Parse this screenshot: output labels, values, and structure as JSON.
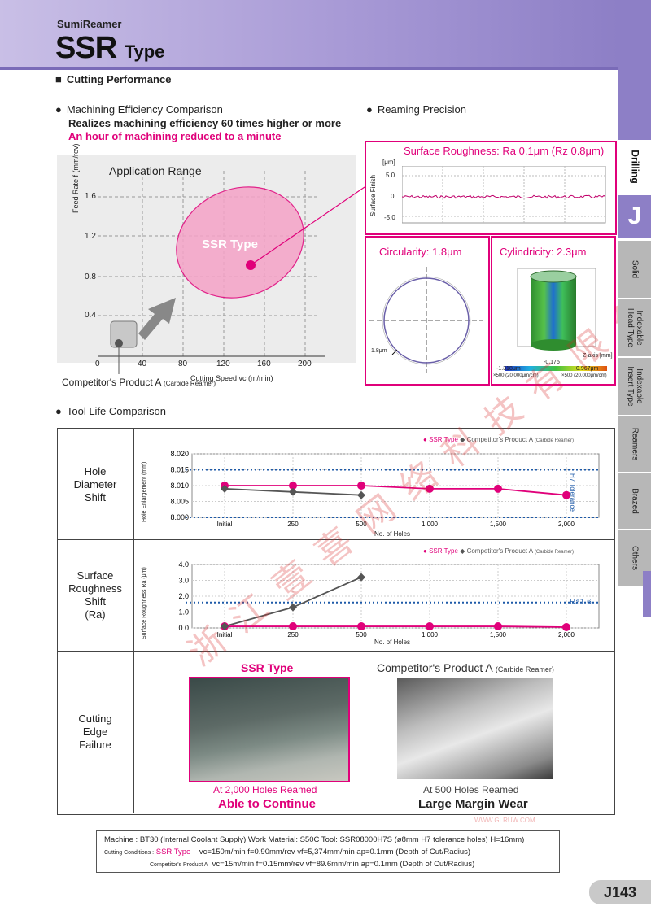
{
  "header": {
    "brand": "SumiReamer",
    "title": "SSR",
    "title_sub": "Type"
  },
  "section_title": "Cutting Performance",
  "machining": {
    "heading": "Machining Efficiency Comparison",
    "line1": "Realizes machining efficiency 60 times higher or more",
    "line2": "An hour of machining reduced to a minute",
    "range_label": "Application Range",
    "ssr_label": "SSR Type",
    "competitor_label": "Competitor's Product A",
    "competitor_note": "(Carbide Reamer)",
    "ylabel": "Feed Rate f (mm/rev)",
    "xlabel": "Cutting Speed vc (m/min)",
    "yticks": [
      "1.6",
      "1.2",
      "0.8",
      "0.4"
    ],
    "xticks": [
      "0",
      "40",
      "80",
      "120",
      "160",
      "200"
    ]
  },
  "reaming": {
    "heading": "Reaming Precision",
    "roughness_title": "Surface Roughness: Ra 0.1μm (Rz 0.8μm)",
    "unit": "[μm]",
    "ylabel": "Surface Finish",
    "yticks": [
      "5.0",
      "0",
      "-5.0"
    ],
    "circularity": "Circularity: 1.8μm",
    "circ_scale": "1.8μm",
    "cylindricity": "Cylindricity: 2.3μm",
    "zaxis": "Z-axis [mm]",
    "scale_mid": "-0.175",
    "scale_min": "-1.318μm",
    "scale_max": "0.967μm",
    "scale_min_note": "×500 (20,000μm/cm)",
    "scale_max_note": "×500 (20,000μm/cm)"
  },
  "tool_life": {
    "heading": "Tool Life Comparison",
    "legend_ssr": "SSR Type",
    "legend_comp": "Competitor's Product A",
    "legend_comp_note": "(Carbide Reamer)",
    "xticks": [
      "Initial",
      "250",
      "500",
      "1,000",
      "1,500",
      "2,000"
    ],
    "xlabel": "No. of Holes",
    "row1": {
      "label": "Hole\nDiameter\nShift",
      "ylabel": "Hole Enlargement (mm)",
      "yticks": [
        "8.020",
        "8.015",
        "8.010",
        "8.005",
        "8.000"
      ],
      "tolerance": "H7 Tolerance"
    },
    "row2": {
      "label": "Surface\nRoughness\nShift\n(Ra)",
      "ylabel": "Surface Roughness Ra (μm)",
      "yticks": [
        "4.0",
        "3.0",
        "2.0",
        "1.0",
        "0.0"
      ],
      "ref": "Ra1.6"
    },
    "row3": {
      "label": "Cutting\nEdge\nFailure",
      "ssr_title": "SSR Type",
      "comp_title": "Competitor's Product A",
      "comp_note": "(Carbide Reamer)",
      "ssr_caption1": "At 2,000 Holes Reamed",
      "ssr_caption2": "Able to Continue",
      "comp_caption1": "At 500 Holes Reamed",
      "comp_caption2": "Large Margin Wear"
    }
  },
  "chart_data": [
    {
      "type": "line",
      "title": "Hole Diameter Shift",
      "ylabel": "Hole Enlargement (mm)",
      "xlabel": "No. of Holes",
      "categories": [
        "Initial",
        "250",
        "500",
        "1,000",
        "1,500",
        "2,000"
      ],
      "ylim": [
        8.0,
        8.02
      ],
      "series": [
        {
          "name": "SSR Type",
          "values": [
            8.01,
            8.01,
            8.01,
            8.009,
            8.009,
            8.007
          ]
        },
        {
          "name": "Competitor's Product A",
          "values": [
            8.009,
            8.008,
            8.007,
            null,
            null,
            null
          ]
        }
      ],
      "reference_lines": [
        8.015,
        8.0
      ]
    },
    {
      "type": "line",
      "title": "Surface Roughness Shift (Ra)",
      "ylabel": "Surface Roughness Ra (μm)",
      "xlabel": "No. of Holes",
      "categories": [
        "Initial",
        "250",
        "500",
        "1,000",
        "1,500",
        "2,000"
      ],
      "ylim": [
        0,
        4.0
      ],
      "series": [
        {
          "name": "SSR Type",
          "values": [
            0.1,
            0.1,
            0.1,
            0.1,
            0.1,
            0.05
          ]
        },
        {
          "name": "Competitor's Product A",
          "values": [
            0.1,
            1.3,
            3.2,
            null,
            null,
            null
          ]
        }
      ],
      "reference_lines": [
        1.6
      ]
    }
  ],
  "conditions": {
    "line1": "Machine    : BT30 (Internal Coolant Supply)    Work Material: S50C    Tool: SSR08000H7S (ø8mm H7 tolerance holes) H=16mm)",
    "label": "Cutting Conditions :",
    "ssr_name": "SSR Type",
    "ssr_vals": "vc=150m/min    f=0.90mm/rev    vf=5,374mm/min    ap=0.1mm (Depth of Cut/Radius)",
    "comp_name": "Competitor's Product A",
    "comp_vals": "vc=15m/min    f=0.15mm/rev    vf=89.6mm/min    ap=0.1mm (Depth of Cut/Radius)"
  },
  "side_tabs": {
    "drilling": "Drilling",
    "j": "J",
    "solid": "Solid",
    "indexable_head": "Indexable\nHead Type",
    "indexable_insert": "Indexable\nInsert Type",
    "reamers": "Reamers",
    "brazed": "Brazed",
    "others": "Others"
  },
  "page_number": "J143",
  "watermark": "浙江壹喜网络科技有限公司",
  "watermark_small": "WWW.GLRUW.COM",
  "colors": {
    "accent": "#e0007a",
    "purple": "#8d7fc6",
    "grey": "#555555"
  }
}
